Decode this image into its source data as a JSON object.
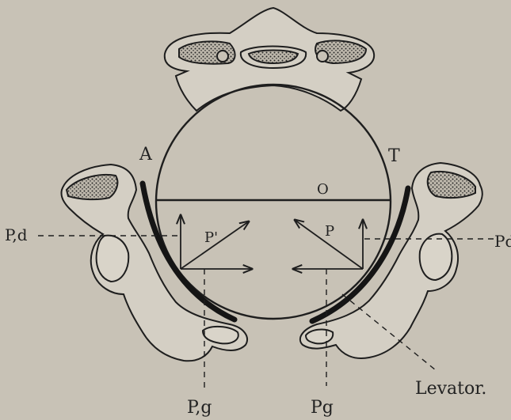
{
  "labels": {
    "A": "A",
    "T": "T",
    "O": "O",
    "P_prime": "P'",
    "P": "P",
    "Pd_left": "P,d",
    "Pd_right": "Pd",
    "Pg_left": "P,g",
    "Pg_right": "Pg",
    "levator": "Levator."
  },
  "colors": {
    "paper": "#c8c2b6",
    "ink": "#1e1e1e",
    "bone_fill": "#d4cfc4",
    "hatch": "#3a3a3a"
  }
}
